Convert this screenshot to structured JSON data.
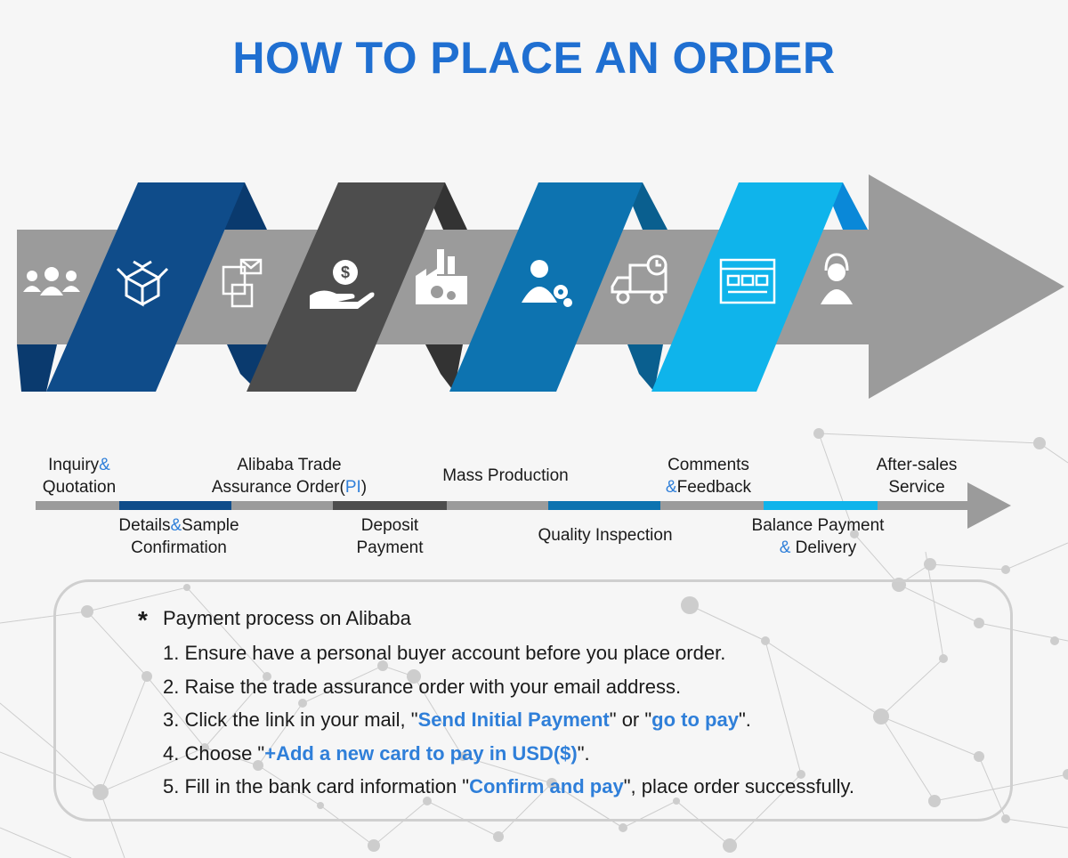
{
  "title": "HOW TO PLACE AN ORDER",
  "colors": {
    "title": "#1f6fd1",
    "highlight": "#2f7fd9",
    "band_gray": "#9b9b9b",
    "navy": "#0f4c8a",
    "dark_gray": "#4d4d4d",
    "steel_blue": "#0d73b0",
    "sky_blue": "#0fb4eb"
  },
  "icons": [
    "customer-group-icon",
    "package-box-icon",
    "document-envelope-icon",
    "money-hand-icon",
    "factory-gear-icon",
    "inspector-gear-icon",
    "delivery-truck-icon",
    "web-page-icon",
    "customer-service-icon"
  ],
  "steps_top": [
    {
      "pre": "Inquiry",
      "hl": "&",
      "post": "",
      "line2_pre": "Quotation",
      "line2_hl": "",
      "line2_post": ""
    },
    {
      "pre": "Alibaba Trade",
      "hl": "",
      "post": "",
      "line2_pre": "Assurance Order(",
      "line2_hl": "PI",
      "line2_post": ")"
    },
    {
      "pre": "Mass Production",
      "hl": "",
      "post": "",
      "line2_pre": "",
      "line2_hl": "",
      "line2_post": ""
    },
    {
      "pre": "Comments",
      "hl": "",
      "post": "",
      "line2_pre": "",
      "line2_hl": "&",
      "line2_post": "Feedback"
    },
    {
      "pre": "After-sales",
      "hl": "",
      "post": "",
      "line2_pre": "Service",
      "line2_hl": "",
      "line2_post": ""
    }
  ],
  "steps_bottom": [
    {
      "pre": "Details",
      "hl": "&",
      "post": "Sample",
      "line2_pre": "Confirmation",
      "line2_hl": "",
      "line2_post": ""
    },
    {
      "pre": "Deposit",
      "hl": "",
      "post": "",
      "line2_pre": "Payment",
      "line2_hl": "",
      "line2_post": ""
    },
    {
      "pre": "Quality Inspection",
      "hl": "",
      "post": "",
      "line2_pre": "",
      "line2_hl": "",
      "line2_post": ""
    },
    {
      "pre": "Balance Payment",
      "hl": "",
      "post": "",
      "line2_pre": "",
      "line2_hl": "&",
      "line2_post": " Delivery"
    }
  ],
  "payment": {
    "star": "*",
    "heading": "Payment process on Alibaba",
    "items": [
      {
        "num": "1.",
        "a": "Ensure have a personal buyer account before you place order.",
        "b": "",
        "c": "",
        "d": "",
        "e": ""
      },
      {
        "num": "2.",
        "a": "Raise the trade assurance order with your email address.",
        "b": "",
        "c": "",
        "d": "",
        "e": ""
      },
      {
        "num": "3.",
        "a": "Click the link in your mail, \"",
        "b": "Send Initial Payment",
        "c": "\" or \"",
        "d": "go to pay",
        "e": "\"."
      },
      {
        "num": "4.",
        "a": "Choose \"",
        "b": "+Add a new card to pay in USD($)",
        "c": "\".",
        "d": "",
        "e": ""
      },
      {
        "num": "5.",
        "a": "Fill in the bank card information \"",
        "b": "Confirm and pay",
        "c": "\", place order successfully.",
        "d": "",
        "e": ""
      }
    ]
  }
}
